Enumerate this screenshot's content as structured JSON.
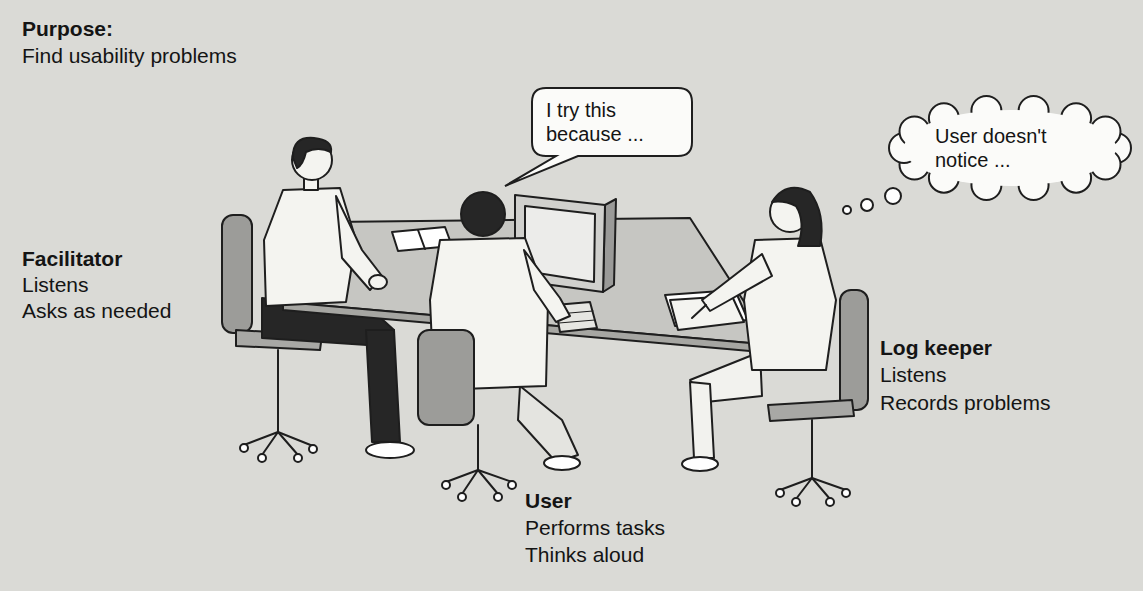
{
  "diagram": {
    "nodes": [
      {
        "text": [
          "I try this because ..."
        ]
      },
      {
        "text": [
          "User doesn't notice ..."
        ]
      }
    ],
    "labels": [
      "Purpose:",
      "Find usability problems",
      "Facilitator",
      "Listens",
      "Asks as needed",
      "User",
      "Performs tasks",
      "Thinks aloud",
      "Log keeper",
      "Listens",
      "Records problems"
    ]
  }
}
